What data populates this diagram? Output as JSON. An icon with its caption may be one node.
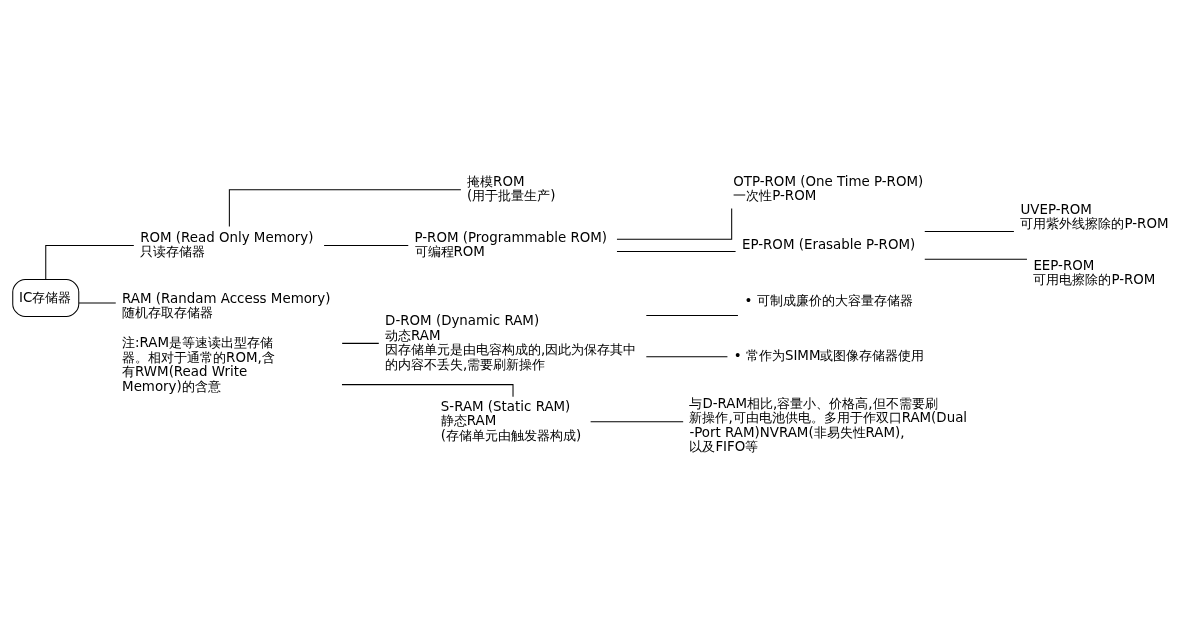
{
  "diagram": {
    "nodes": [
      {
        "text": [
          "IC存储器"
        ]
      },
      {
        "text": [
          "ROM (Read Only Memory)",
          "只读存储器"
        ]
      },
      {
        "text": [
          "RAM (Randam Access Memory)",
          "随机存取存储器"
        ],
        "beside": [
          "注:RAM是等速读出型存储器。相对于通常的ROM,含有RWM(Read Write Memory)的含意"
        ]
      },
      {
        "text": [
          "掩模ROM",
          "(用于批量生产)"
        ]
      },
      {
        "text": [
          "P-ROM (Programmable ROM)",
          "可编程ROM"
        ]
      },
      {
        "text": [
          "OTP-ROM (One Time P-ROM)",
          "一次性P-ROM"
        ]
      },
      {
        "text": [
          "EP-ROM (Erasable P-ROM)"
        ]
      },
      {
        "text": [
          "UVEP-ROM",
          "可用紫外线擦除的P-ROM"
        ]
      },
      {
        "text": [
          "EEP-ROM",
          "可用电擦除的P-ROM"
        ]
      },
      {
        "text": [
          "D-ROM (Dynamic RAM)",
          "动态RAM",
          "因存储单元是由电容构成的,因此为保存其中的内容不丢失,需要刷新操作"
        ]
      },
      {
        "text": [
          "• 可制成廉价的大容量存储器"
        ]
      },
      {
        "text": [
          "• 常作为SIMM或图像存储器使用"
        ]
      },
      {
        "text": [
          "S-RAM (Static RAM)",
          "静态RAM",
          "(存储单元由触发器构成)"
        ]
      },
      {
        "text": [
          "与D-RAM相比,容量小、价格高,但不需要刷新操作,可由电池供电。多用于作双口RAM(Dual-Port RAM)NVRAM(非易失性RAM),以及FIFO等"
        ]
      }
    ],
    "edges": [
      {
        "from": 0,
        "to": 1,
        "arrow": "none"
      },
      {
        "from": 0,
        "to": 2,
        "arrow": "none"
      },
      {
        "from": 1,
        "to": 3,
        "arrow": "none"
      },
      {
        "from": 1,
        "to": 4,
        "arrow": "none"
      },
      {
        "from": 4,
        "to": 5,
        "arrow": "none"
      },
      {
        "from": 4,
        "to": 6,
        "arrow": "none"
      },
      {
        "from": 6,
        "to": 7,
        "arrow": "none"
      },
      {
        "from": 6,
        "to": 8,
        "arrow": "none"
      },
      {
        "from": 2,
        "to": 9,
        "arrow": "none"
      },
      {
        "from": 2,
        "to": 12,
        "arrow": "none"
      },
      {
        "from": 9,
        "to": 10,
        "arrow": "none"
      },
      {
        "from": 9,
        "to": 11,
        "arrow": "none"
      },
      {
        "from": 12,
        "to": 13,
        "arrow": "none"
      }
    ]
  }
}
